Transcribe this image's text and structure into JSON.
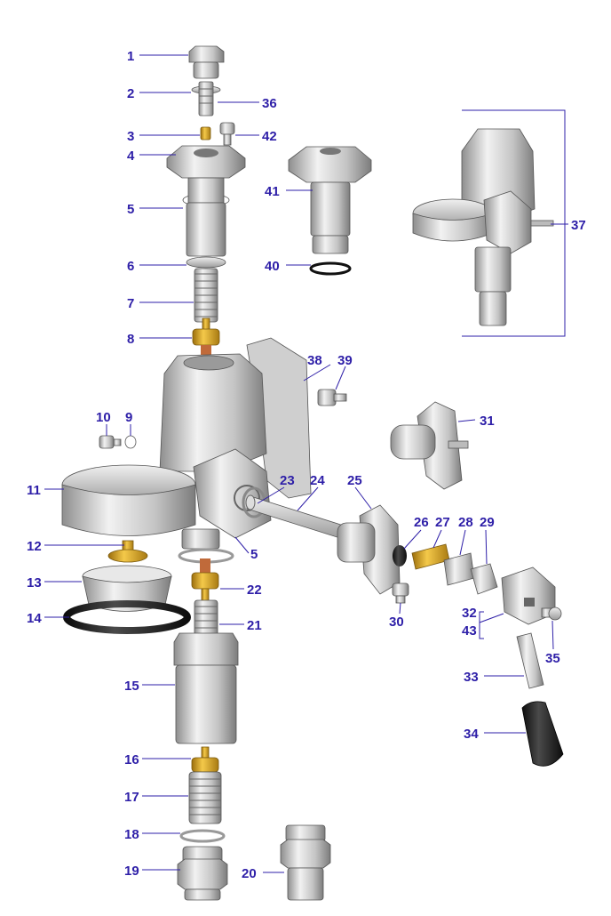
{
  "colors": {
    "label": "#2e1fa8",
    "metal_light": "#e6e6e6",
    "metal_mid": "#c4c4c4",
    "metal_dark": "#8e8e8e",
    "brass": "#d9a21f",
    "rubber": "#1a1a1a"
  },
  "labels": {
    "p1": "1",
    "p2": "2",
    "p3": "3",
    "p4": "4",
    "p5a": "5",
    "p5b": "5",
    "p6": "6",
    "p7": "7",
    "p8": "8",
    "p9": "9",
    "p10": "10",
    "p11": "11",
    "p12": "12",
    "p13": "13",
    "p14": "14",
    "p15": "15",
    "p16": "16",
    "p17": "17",
    "p18": "18",
    "p19": "19",
    "p20": "20",
    "p21": "21",
    "p22": "22",
    "p23": "23",
    "p24": "24",
    "p25": "25",
    "p26": "26",
    "p27": "27",
    "p28": "28",
    "p29": "29",
    "p30": "30",
    "p31": "31",
    "p32": "32",
    "p33": "33",
    "p34": "34",
    "p35": "35",
    "p36": "36",
    "p37": "37",
    "p38": "38",
    "p39": "39",
    "p40": "40",
    "p41": "41",
    "p42": "42",
    "p43": "43"
  }
}
